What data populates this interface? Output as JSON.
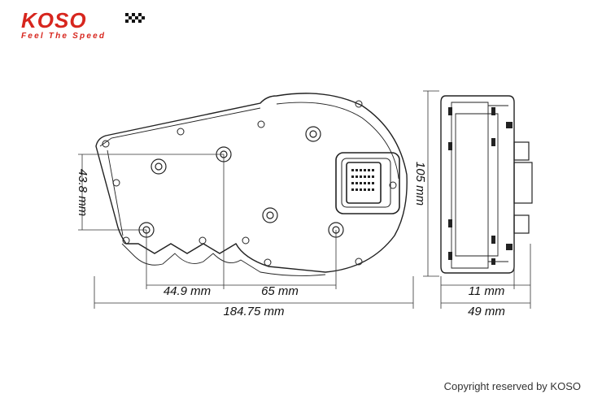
{
  "brand": {
    "name": "KOSO",
    "tagline": "Feel The Speed",
    "color": "#d7261e"
  },
  "dimensions": {
    "height_left": "43.8 mm",
    "height_right": "105 mm",
    "offset_1": "44.9 mm",
    "offset_2": "65 mm",
    "total_width": "184.75 mm",
    "depth_1": "11 mm",
    "depth_2": "49 mm"
  },
  "footer": {
    "copyright": "Copyright reserved by KOSO"
  }
}
